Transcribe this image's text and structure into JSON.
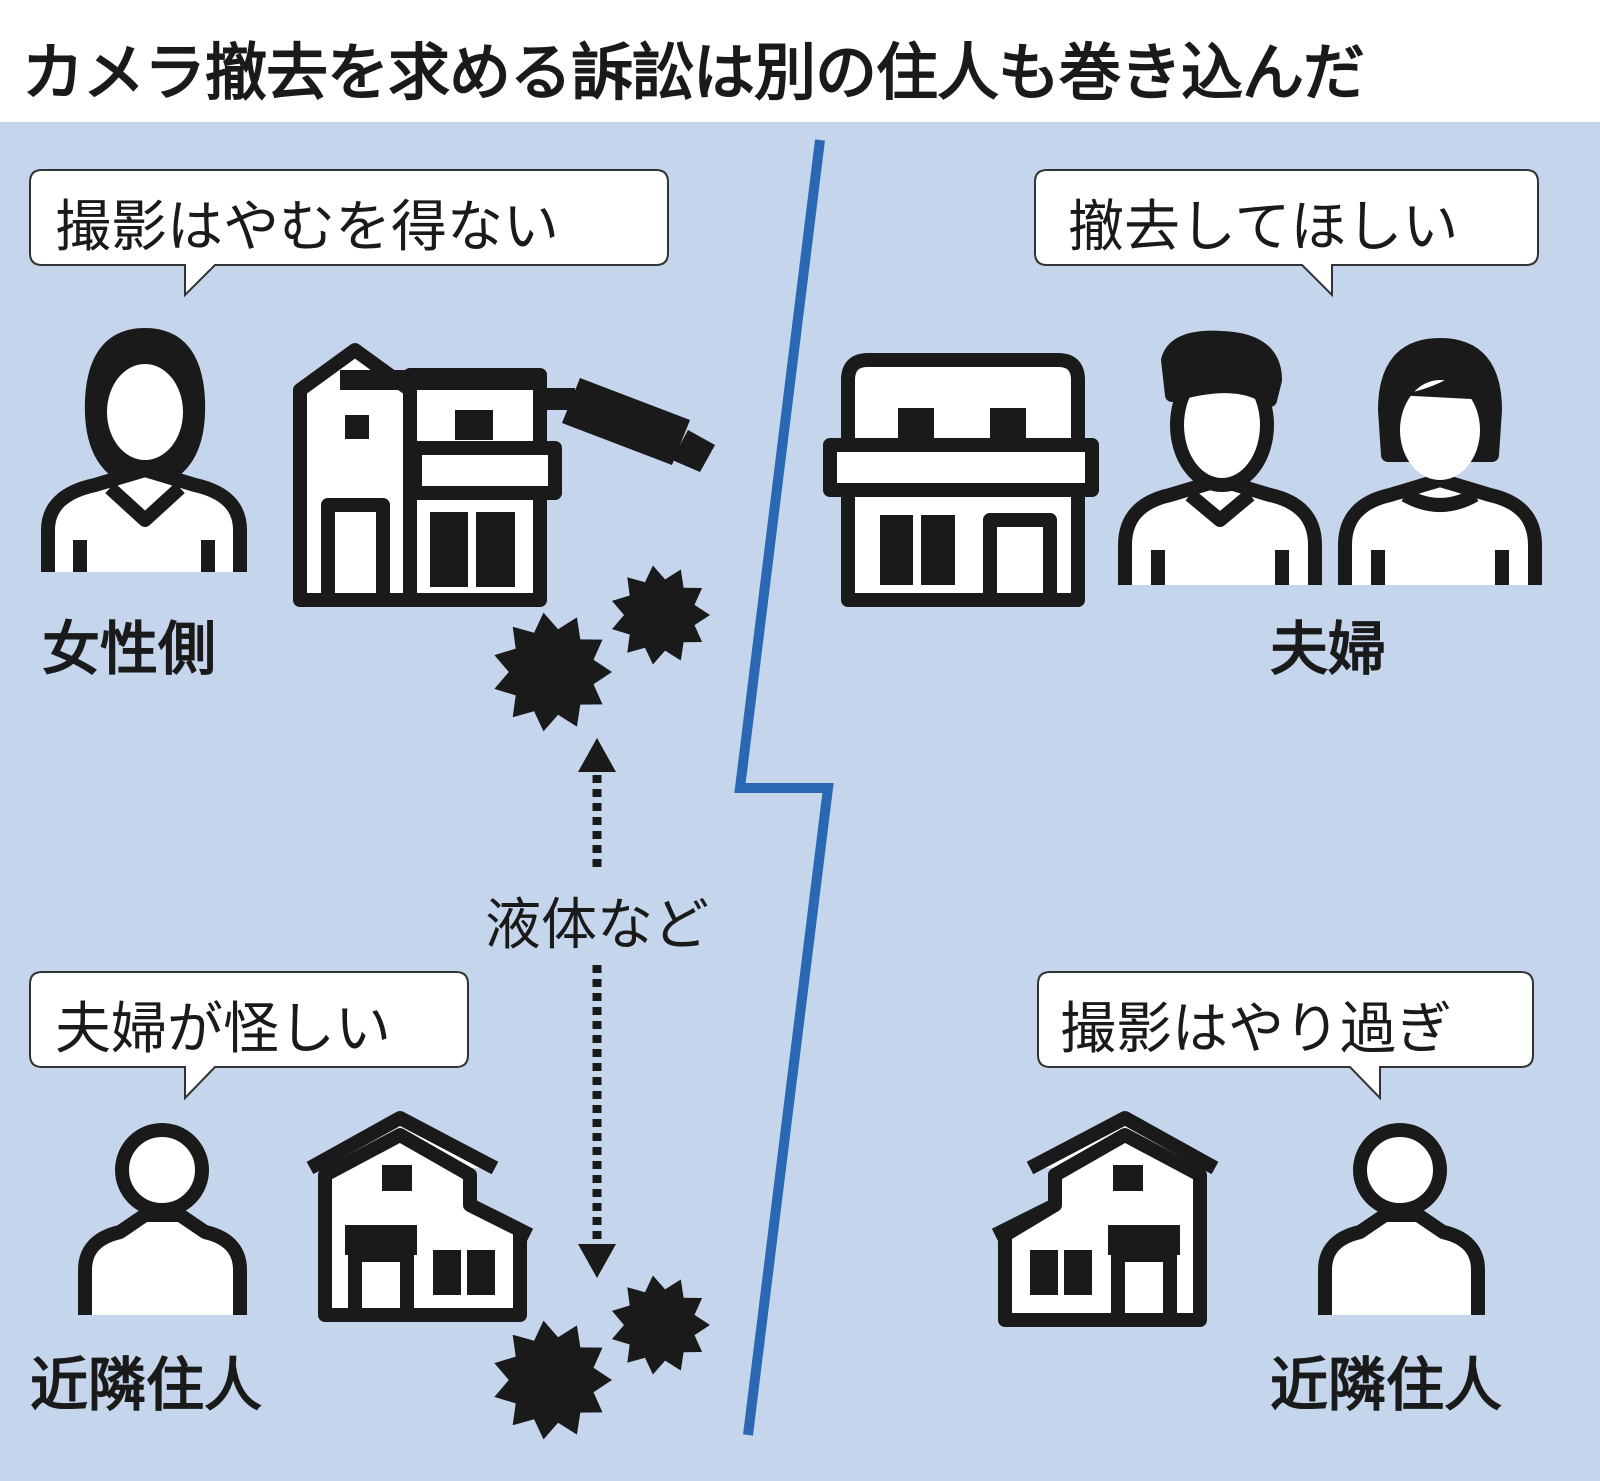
{
  "title": "カメラ撤去を求める訴訟は別の住人も巻き込んだ",
  "colors": {
    "background": "#c4d5ec",
    "divider": "#2b68b4",
    "ink": "#1a1a1a"
  },
  "left": {
    "top_bubble": "撮影はやむを得ない",
    "top_label": "女性側",
    "bottom_bubble": "夫婦が怪しい",
    "bottom_label": "近隣住人",
    "middle_label": "液体など"
  },
  "right": {
    "top_bubble": "撤去してほしい",
    "top_label": "夫婦",
    "bottom_bubble": "撮影はやり過ぎ",
    "bottom_label": "近隣住人"
  }
}
